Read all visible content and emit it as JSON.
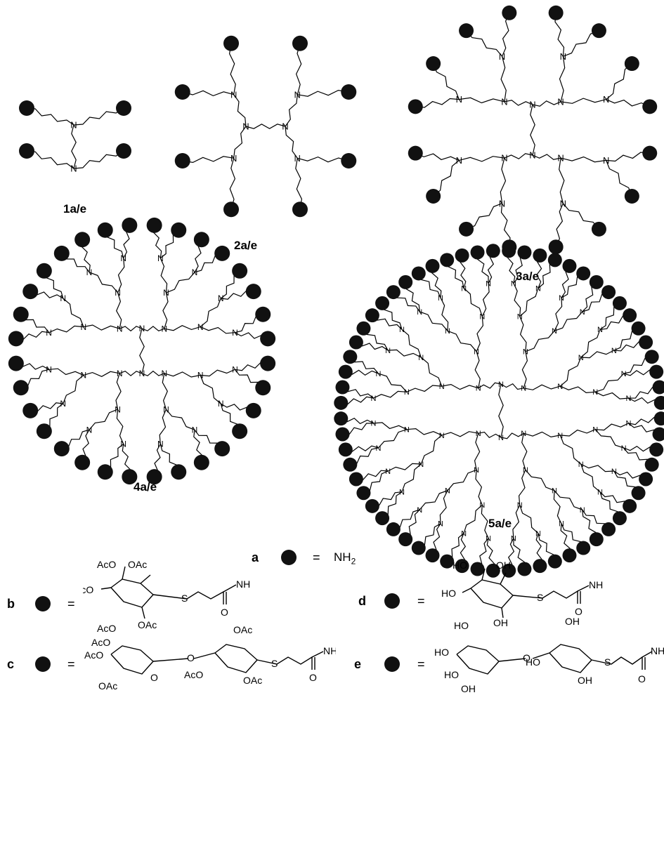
{
  "compounds": [
    {
      "label": "1a/e",
      "generation": 1
    },
    {
      "label": "2a/e",
      "generation": 2
    },
    {
      "label": "3a/e",
      "generation": 3
    },
    {
      "label": "4a/e",
      "generation": 4
    },
    {
      "label": "5a/e",
      "generation": 5
    }
  ],
  "legend": {
    "a": {
      "letter": "a",
      "equals": "=",
      "text": "NH",
      "sub": "2"
    },
    "b": {
      "letter": "b",
      "equals": "=",
      "labels": {
        "ac1": "AcO",
        "ac2": "OAc",
        "ac3": "AcO",
        "ac4": "OAc",
        "s": "S",
        "nh": "NH",
        "o": "O"
      }
    },
    "c": {
      "letter": "c",
      "equals": "=",
      "labels": {
        "ac1": "AcO",
        "ac2": "AcO",
        "ac3": "AcO",
        "ac4": "OAc",
        "ac5": "O",
        "ac6": "OAc",
        "ac7": "AcO",
        "ac8": "OAc",
        "link": "O",
        "s": "S",
        "nh": "NH",
        "o": "O"
      }
    },
    "d": {
      "letter": "d",
      "equals": "=",
      "labels": {
        "ho1": "HO",
        "oh1": "OH",
        "ho2": "HO",
        "oh2": "OH",
        "s": "S",
        "nh": "NH",
        "o": "O"
      }
    },
    "e": {
      "letter": "e",
      "equals": "=",
      "labels": {
        "ho1": "HO",
        "ho2": "HO",
        "ho3": "HO",
        "oh1": "OH",
        "oh2": "OH",
        "ho4": "HO",
        "oh3": "OH",
        "link": "O",
        "s": "S",
        "nh": "NH",
        "o": "O"
      }
    }
  },
  "atom_symbol": "N",
  "colors": {
    "dot": "#111111",
    "line": "#000000"
  }
}
